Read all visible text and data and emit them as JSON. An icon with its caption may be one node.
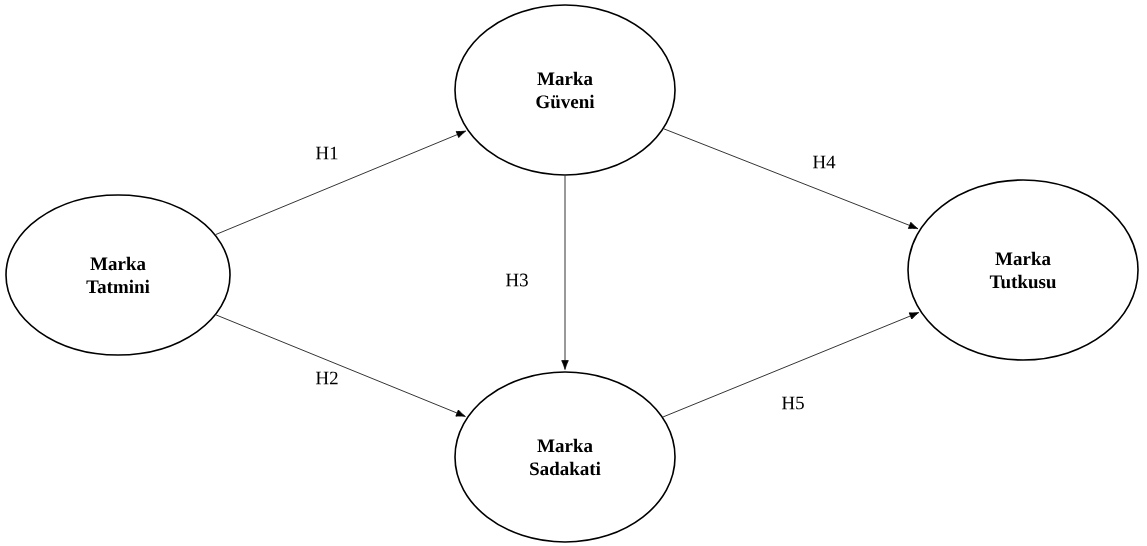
{
  "diagram": {
    "nodes": [
      {
        "text": [
          "Marka Tatmini"
        ]
      },
      {
        "text": [
          "Marka Güveni"
        ]
      },
      {
        "text": [
          "Marka Sadakati"
        ]
      },
      {
        "text": [
          "Marka Tutkusu"
        ]
      }
    ],
    "edges": [
      {
        "from": 0,
        "to": 1,
        "arrow": "to",
        "label": "H1"
      },
      {
        "from": 0,
        "to": 2,
        "arrow": "to",
        "label": "H2"
      },
      {
        "from": 1,
        "to": 2,
        "arrow": "to",
        "label": "H3"
      },
      {
        "from": 1,
        "to": 3,
        "arrow": "to",
        "label": "H4"
      },
      {
        "from": 2,
        "to": 3,
        "arrow": "to",
        "label": "H5"
      }
    ]
  }
}
